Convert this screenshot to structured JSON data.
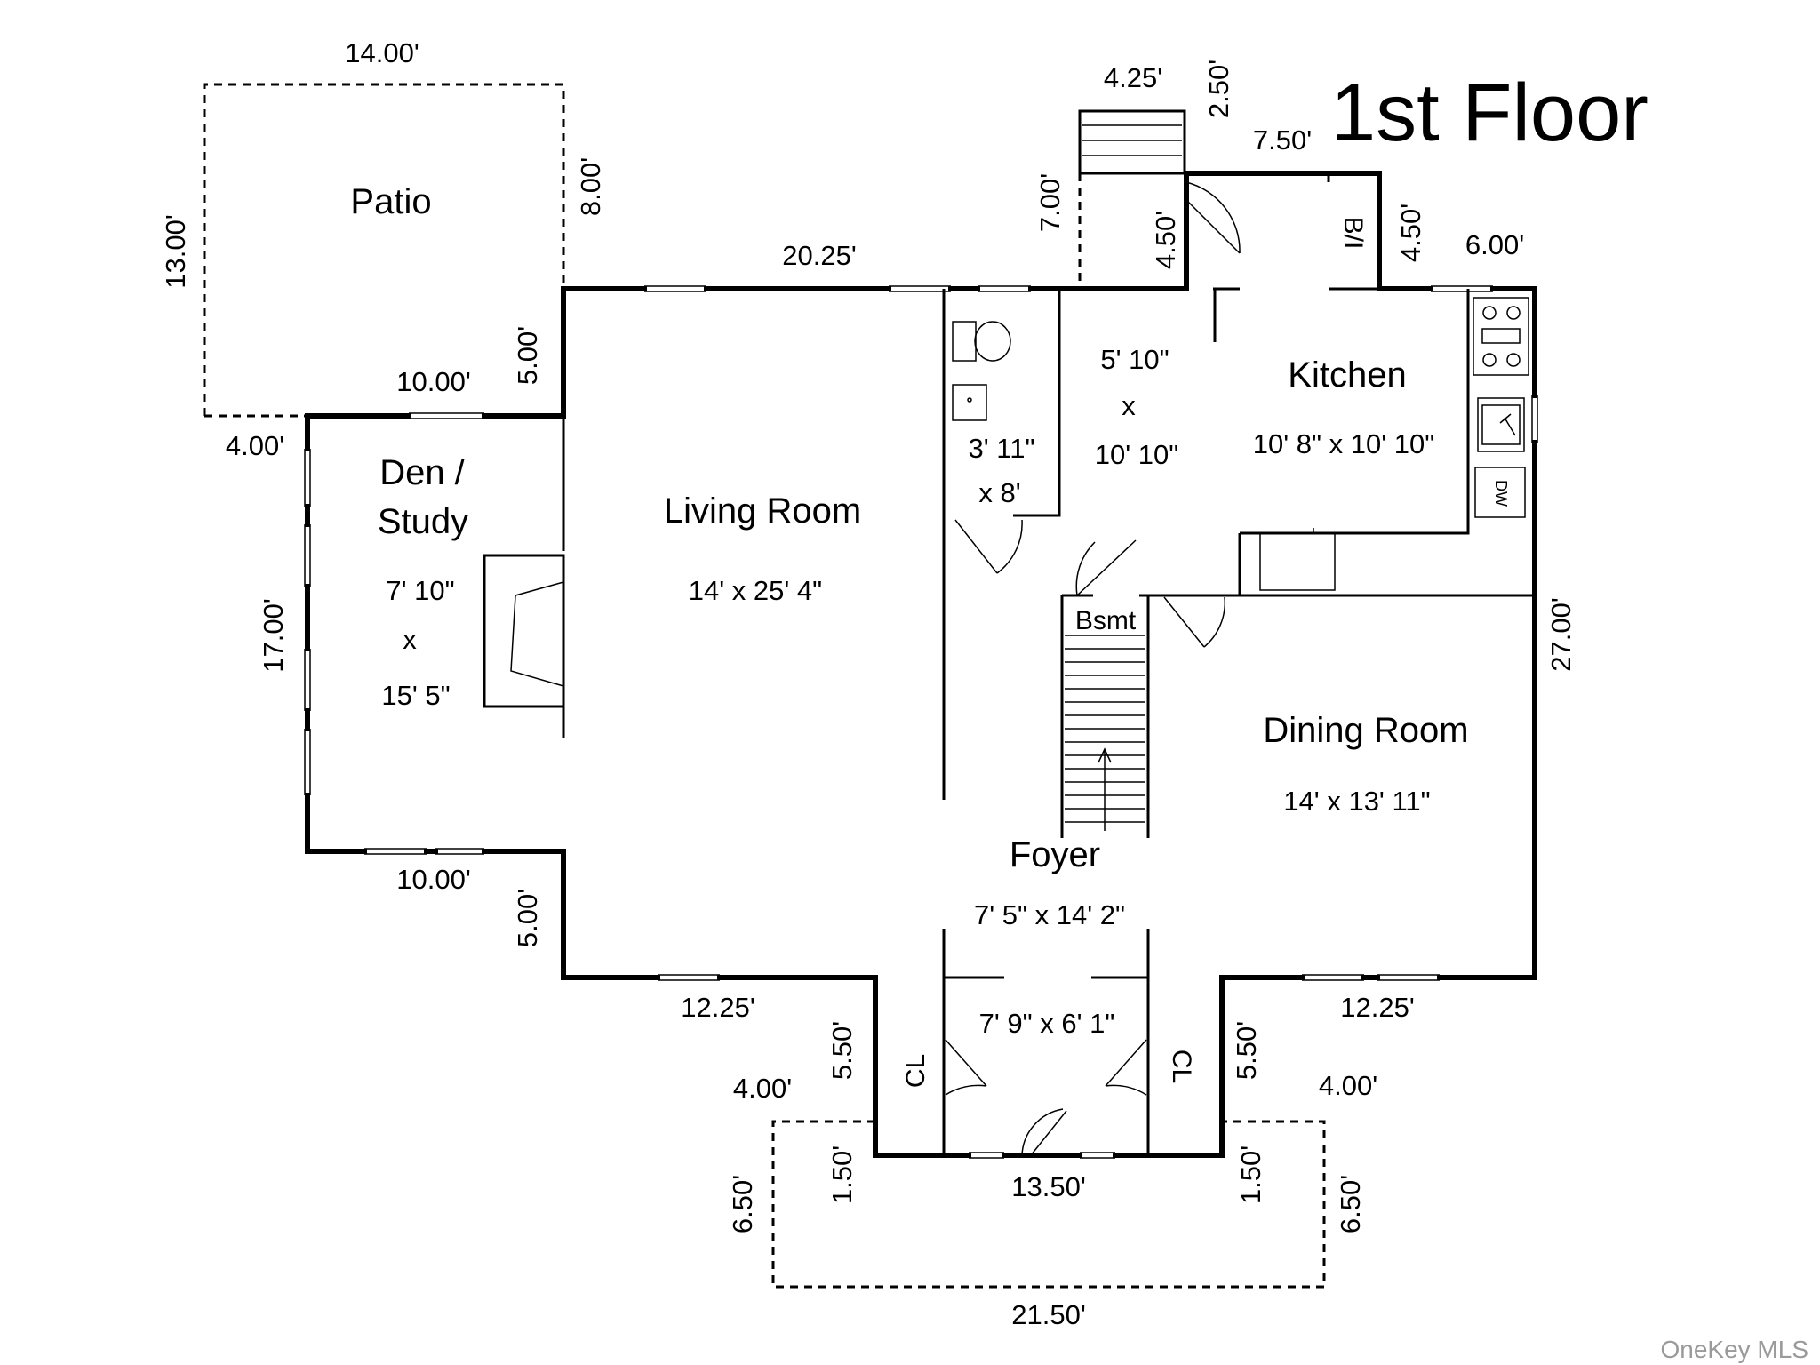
{
  "title": "1st Floor",
  "watermark": "OneKey MLS",
  "rooms": {
    "patio": {
      "name": "Patio"
    },
    "den": {
      "name_line1": "Den /",
      "name_line2": "Study",
      "size_line1": "7' 10\"",
      "size_line2": "x",
      "size_line3": "15' 5\""
    },
    "living": {
      "name": "Living Room",
      "size": "14' x 25' 4\""
    },
    "bath": {
      "size_line1": "3' 11\"",
      "size_line2": "x 8'"
    },
    "hall": {
      "size_line1": "5' 10\"",
      "size_line2": "x",
      "size_line3": "10' 10\""
    },
    "kitchen": {
      "name": "Kitchen",
      "size": "10' 8\" x 10' 10\""
    },
    "dining": {
      "name": "Dining Room",
      "size": "14' x 13' 11\""
    },
    "foyer": {
      "name": "Foyer",
      "size": "7' 5\" x 14' 2\""
    },
    "vestibule": {
      "size": "7' 9\" x 6' 1\""
    },
    "bsmt": {
      "label": "Bsmt"
    },
    "closet_left": {
      "label": "CL"
    },
    "closet_right": {
      "label": "CL"
    },
    "bi": {
      "label": "B/I"
    },
    "dw": {
      "label": "DW"
    }
  },
  "dimensions": {
    "patio_top": "14.00'",
    "patio_left": "13.00'",
    "patio_right": "8.00'",
    "den_top": "10.00'",
    "den_top_right": "5.00'",
    "den_corner": "4.00'",
    "den_left": "17.00'",
    "den_bottom": "10.00'",
    "den_bottom_right": "5.00'",
    "living_top": "20.25'",
    "stairs_top": "4.25'",
    "stairs_right": "2.50'",
    "stairs_left": "7.00'",
    "kitchen_door_left": "4.50'",
    "kitchen_top": "7.50'",
    "kitchen_bi_right": "4.50'",
    "kitchen_right_top": "6.00'",
    "right_side": "27.00'",
    "front_left": "12.25'",
    "front_right": "12.25'",
    "vest_left": "5.50'",
    "vest_right": "5.50'",
    "porch_left_top": "4.00'",
    "porch_right_top": "4.00'",
    "porch_left_inner": "1.50'",
    "porch_right_inner": "1.50'",
    "porch_left_side": "6.50'",
    "porch_right_side": "6.50'",
    "vest_bottom": "13.50'",
    "porch_bottom": "21.50'"
  }
}
